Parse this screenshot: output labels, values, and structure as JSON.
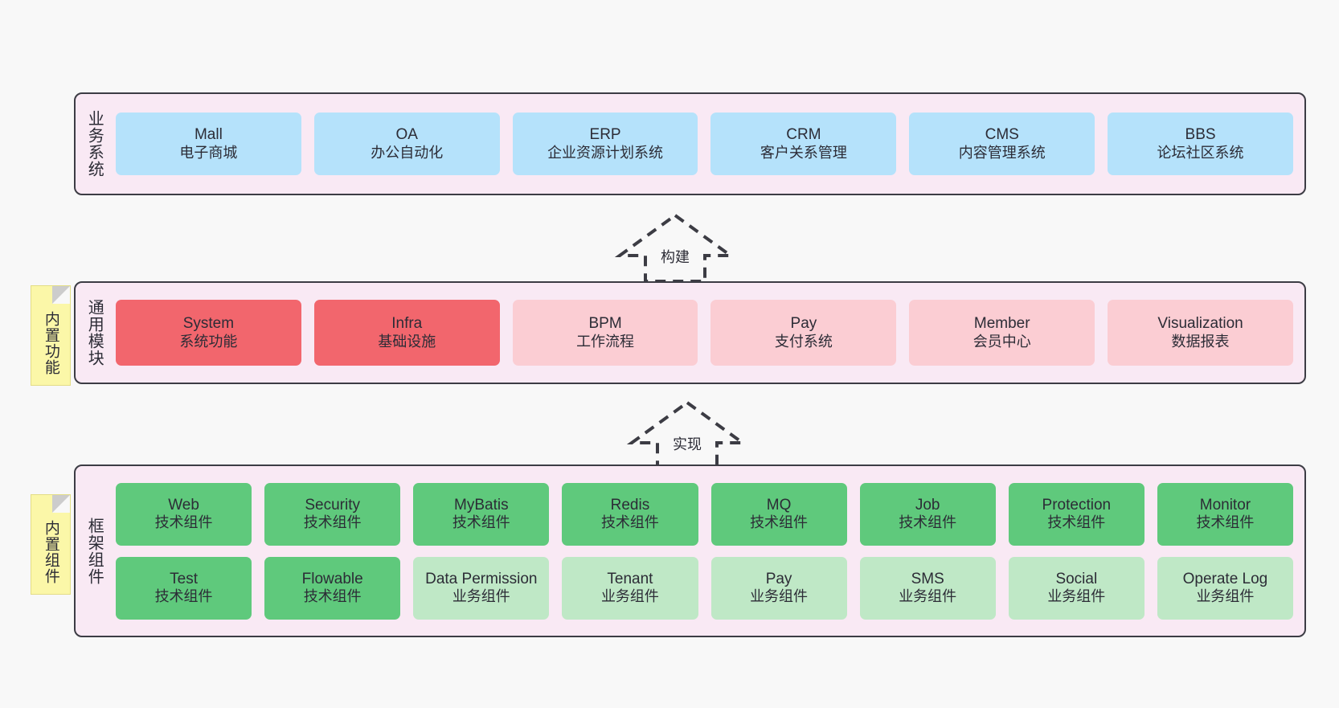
{
  "layers": [
    {
      "id": "business-system",
      "title": "业务系统",
      "rows": [
        [
          {
            "en": "Mall",
            "cn": "电子商城",
            "color": "c-blue"
          },
          {
            "en": "OA",
            "cn": "办公自动化",
            "color": "c-blue"
          },
          {
            "en": "ERP",
            "cn": "企业资源计划系统",
            "color": "c-blue"
          },
          {
            "en": "CRM",
            "cn": "客户关系管理",
            "color": "c-blue"
          },
          {
            "en": "CMS",
            "cn": "内容管理系统",
            "color": "c-blue"
          },
          {
            "en": "BBS",
            "cn": "论坛社区系统",
            "color": "c-blue"
          }
        ]
      ]
    },
    {
      "id": "common-module",
      "title": "通用模块",
      "sticky": "内置功能",
      "rows": [
        [
          {
            "en": "System",
            "cn": "系统功能",
            "color": "c-red"
          },
          {
            "en": "Infra",
            "cn": "基础设施",
            "color": "c-red"
          },
          {
            "en": "BPM",
            "cn": "工作流程",
            "color": "c-pink"
          },
          {
            "en": "Pay",
            "cn": "支付系统",
            "color": "c-pink"
          },
          {
            "en": "Member",
            "cn": "会员中心",
            "color": "c-pink"
          },
          {
            "en": "Visualization",
            "cn": "数据报表",
            "color": "c-pink"
          }
        ]
      ]
    },
    {
      "id": "framework-component",
      "title": "框架组件",
      "sticky": "内置组件",
      "rows": [
        [
          {
            "en": "Web",
            "cn": "技术组件",
            "color": "c-green"
          },
          {
            "en": "Security",
            "cn": "技术组件",
            "color": "c-green"
          },
          {
            "en": "MyBatis",
            "cn": "技术组件",
            "color": "c-green"
          },
          {
            "en": "Redis",
            "cn": "技术组件",
            "color": "c-green"
          },
          {
            "en": "MQ",
            "cn": "技术组件",
            "color": "c-green"
          },
          {
            "en": "Job",
            "cn": "技术组件",
            "color": "c-green"
          },
          {
            "en": "Protection",
            "cn": "技术组件",
            "color": "c-green"
          },
          {
            "en": "Monitor",
            "cn": "技术组件",
            "color": "c-green"
          }
        ],
        [
          {
            "en": "Test",
            "cn": "技术组件",
            "color": "c-green"
          },
          {
            "en": "Flowable",
            "cn": "技术组件",
            "color": "c-green"
          },
          {
            "en": "Data Permission",
            "cn": "业务组件",
            "color": "c-greenlite"
          },
          {
            "en": "Tenant",
            "cn": "业务组件",
            "color": "c-greenlite"
          },
          {
            "en": "Pay",
            "cn": "业务组件",
            "color": "c-greenlite"
          },
          {
            "en": "SMS",
            "cn": "业务组件",
            "color": "c-greenlite"
          },
          {
            "en": "Social",
            "cn": "业务组件",
            "color": "c-greenlite"
          },
          {
            "en": "Operate Log",
            "cn": "业务组件",
            "color": "c-greenlite"
          }
        ]
      ]
    }
  ],
  "arrows": [
    {
      "id": "arrow-build",
      "label": "构建"
    },
    {
      "id": "arrow-implement",
      "label": "实现"
    }
  ],
  "colors": {
    "panel_background": "#f9e9f4",
    "panel_border": "#3c3c44",
    "page_background": "#f8f8f8",
    "business_card": "#b5e2fb",
    "module_primary": "#f2666d",
    "module_secondary": "#fbcdd3",
    "tech_component": "#5fc97c",
    "business_component": "#bfe8c6",
    "sticky_note": "#fbf7a8",
    "text": "#2c2c36"
  }
}
